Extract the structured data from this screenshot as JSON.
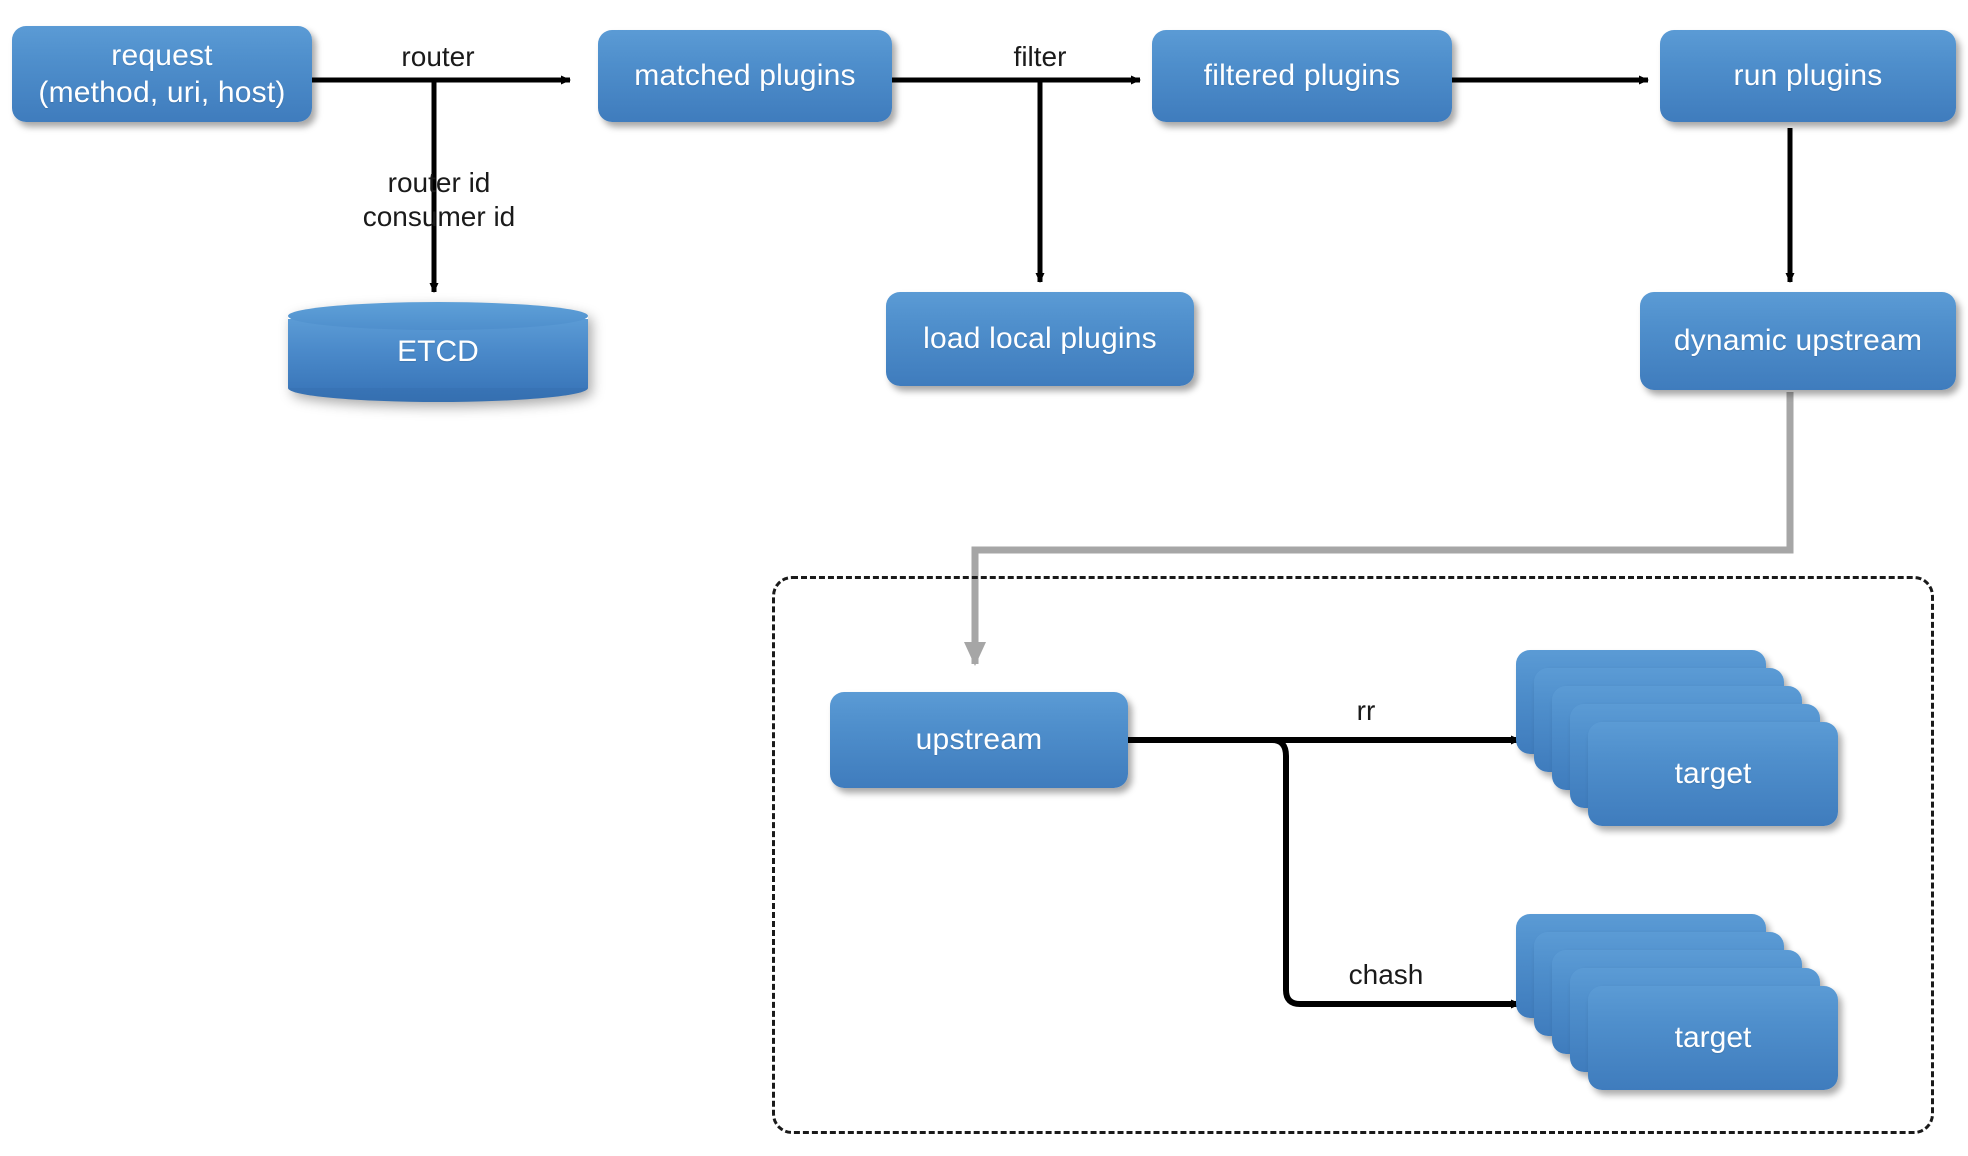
{
  "diagram": {
    "title": "APISIX request lifecycle flow",
    "colors": {
      "node_fill_top": "#5b9bd5",
      "node_fill_bottom": "#3f7cbd",
      "node_text": "#ffffff",
      "edge_black": "#000000",
      "edge_gray": "#a6a6a6",
      "dashed_border": "#1a1a1a",
      "background": "#ffffff"
    },
    "nodes": {
      "request": {
        "label": "request\n(method, uri, host)"
      },
      "matched_plugins": {
        "label": "matched plugins"
      },
      "filtered_plugins": {
        "label": "filtered plugins"
      },
      "run_plugins": {
        "label": "run plugins"
      },
      "etcd": {
        "label": "ETCD"
      },
      "load_local_plugins": {
        "label": "load local plugins"
      },
      "dynamic_upstream": {
        "label": "dynamic upstream"
      },
      "upstream": {
        "label": "upstream"
      },
      "target_rr": {
        "label": "target"
      },
      "target_chash": {
        "label": "target"
      }
    },
    "edge_labels": {
      "router": "router",
      "router_consumer_id": "router id\nconsumer id",
      "filter": "filter",
      "rr": "rr",
      "chash": "chash"
    },
    "edges": [
      {
        "from": "request",
        "to": "matched_plugins",
        "label": "router",
        "style": "solid-black"
      },
      {
        "from": "request",
        "to": "etcd",
        "label": "router id\nconsumer id",
        "style": "solid-black"
      },
      {
        "from": "matched_plugins",
        "to": "filtered_plugins",
        "label": "filter",
        "style": "solid-black"
      },
      {
        "from": "matched_plugins",
        "to": "load_local_plugins",
        "label": "",
        "style": "solid-black"
      },
      {
        "from": "filtered_plugins",
        "to": "run_plugins",
        "label": "",
        "style": "solid-black"
      },
      {
        "from": "run_plugins",
        "to": "dynamic_upstream",
        "label": "",
        "style": "solid-black"
      },
      {
        "from": "dynamic_upstream",
        "to": "upstream",
        "label": "",
        "style": "solid-gray"
      },
      {
        "from": "upstream",
        "to": "target_rr",
        "label": "rr",
        "style": "solid-black"
      },
      {
        "from": "upstream",
        "to": "target_chash",
        "label": "chash",
        "style": "solid-black"
      }
    ],
    "groups": {
      "upstream_group": {
        "label": "",
        "border": "dashed"
      }
    },
    "stack_counts": {
      "target_rr": 5,
      "target_chash": 5
    }
  }
}
